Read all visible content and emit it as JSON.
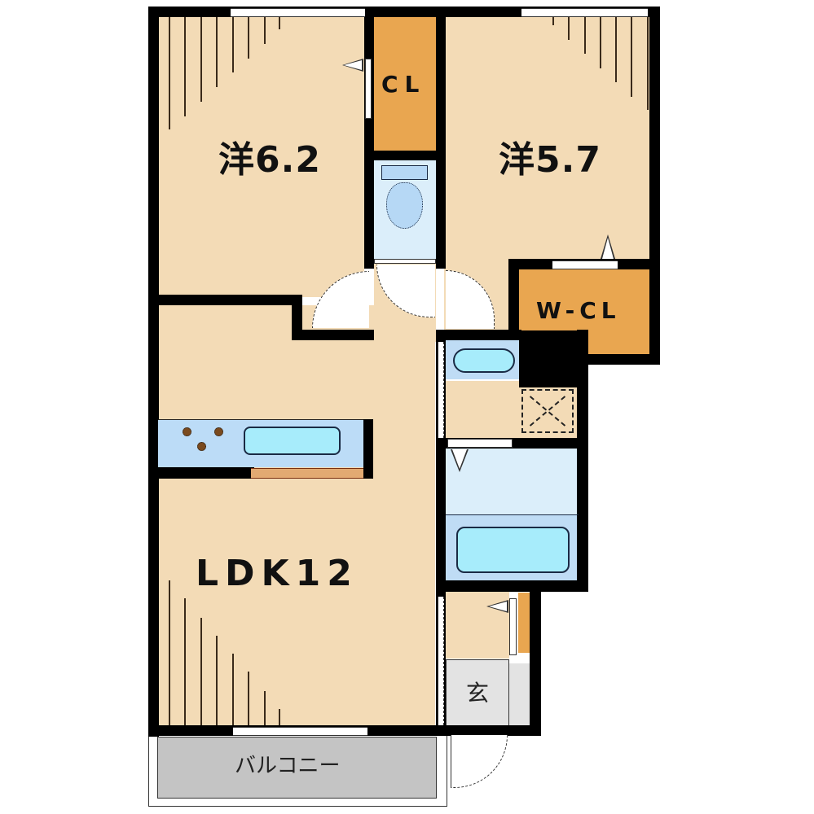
{
  "floorplan": {
    "rooms": {
      "western_room_1": {
        "label": "洋6.2",
        "type": "Western-style room",
        "size_jo": 6.2
      },
      "western_room_2": {
        "label": "洋5.7",
        "type": "Western-style room",
        "size_jo": 5.7
      },
      "closet": {
        "label": "CL"
      },
      "walk_in_closet": {
        "label": "W-CL"
      },
      "ldk": {
        "label": "LDK12",
        "type": "Living Dining Kitchen",
        "size_jo": 12
      },
      "entrance": {
        "label": "玄"
      },
      "balcony": {
        "label": "バルコニー"
      },
      "toilet": {
        "label": ""
      },
      "washroom": {
        "label": ""
      },
      "bathroom": {
        "label": ""
      }
    },
    "colors": {
      "floor": "#f3dbb6",
      "closet": "#e9a650",
      "wet_area": "#dbeefa",
      "fixture": "#a7ecfb",
      "entrance": "#e3e3e3",
      "balcony": "#c4c4c4",
      "wall": "#000000"
    }
  }
}
